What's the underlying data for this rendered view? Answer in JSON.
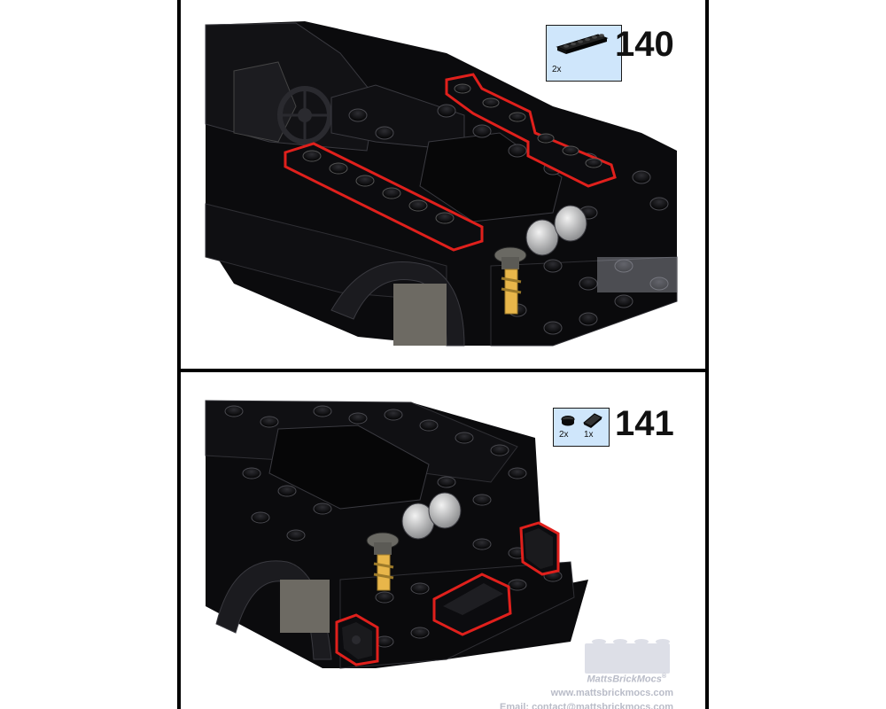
{
  "steps": [
    {
      "number": "140",
      "parts": [
        {
          "quantity": "2x",
          "icon": "plate-1x6-icon"
        }
      ]
    },
    {
      "number": "141",
      "parts": [
        {
          "quantity": "2x",
          "icon": "tile-round-1x1-icon"
        },
        {
          "quantity": "1x",
          "icon": "slope-tile-icon"
        }
      ]
    }
  ],
  "watermark": {
    "brand": "MattsBrickMocs",
    "trademark": "®",
    "website": "www.mattsbrickmocs.com",
    "email": "Email: contact@mattsbrickmocs.com"
  },
  "colors": {
    "highlight": "#e0201c",
    "parts_box_bg": "#cfe6fb",
    "brick_black": "#0b0b0d",
    "brick_gray": "#c9cacc",
    "brick_yellow": "#e8b64a",
    "watermark": "#b9bcc8"
  }
}
